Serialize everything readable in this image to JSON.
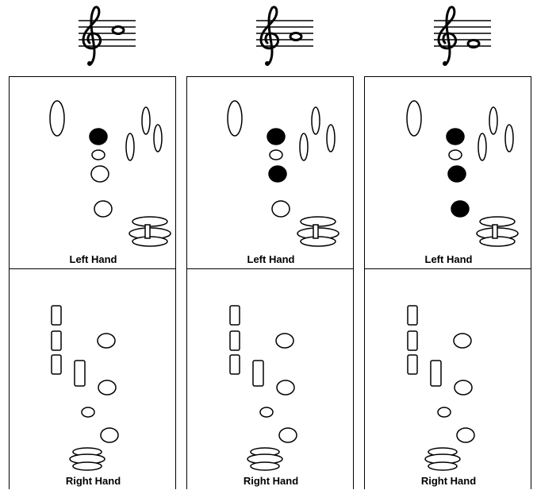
{
  "columns": [
    {
      "note": "B4",
      "left_hand_label": "Left Hand",
      "right_hand_label": "Right Hand",
      "left_keys_closed": [
        "key-1"
      ]
    },
    {
      "note": "A4",
      "left_hand_label": "Left Hand",
      "right_hand_label": "Right Hand",
      "left_keys_closed": [
        "key-1",
        "key-2"
      ]
    },
    {
      "note": "G4",
      "left_hand_label": "Left Hand",
      "right_hand_label": "Right Hand",
      "left_keys_closed": [
        "key-1",
        "key-2",
        "key-3"
      ]
    }
  ],
  "colors": {
    "line": "#000000",
    "fill_closed": "#000000",
    "fill_open": "#ffffff"
  }
}
